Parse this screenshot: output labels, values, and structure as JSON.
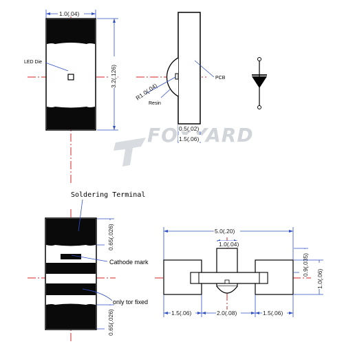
{
  "dimensions": {
    "top_width": "1.0(.04)",
    "top_height": "3.2(.126)",
    "side_depth": "0.5(.02)",
    "side_thickness": "1.5(.06)",
    "lens_radius": "R1.0(.04)",
    "bottom_terminal_top": "0.65(.026)",
    "bottom_terminal_bottom": "0.65(.026)",
    "pad_total_width": "5.0(.20)",
    "pad_center_width": "1.0(.04)",
    "pad_small_height": "0.9(.035)",
    "pad_height": "1.0(.06)",
    "pad_left": "1.5(.06)",
    "pad_gap": "2.0(.08)",
    "pad_right": "1.5(.06)"
  },
  "labels": {
    "led_die": "LED Die",
    "pcb": "PCB",
    "resin": "Resin",
    "soldering_terminal": "Soldering  Terminal",
    "cathode_mark": "Cathode mark",
    "only_for_fixed": "only tor fixed"
  },
  "watermark": "FOXYARD",
  "colors": {
    "outline": "#000000",
    "dimension_line": "#2f4fc4",
    "center_line": "#d42020",
    "fill": "#000000"
  },
  "icons": [
    "diode-symbol-icon"
  ]
}
